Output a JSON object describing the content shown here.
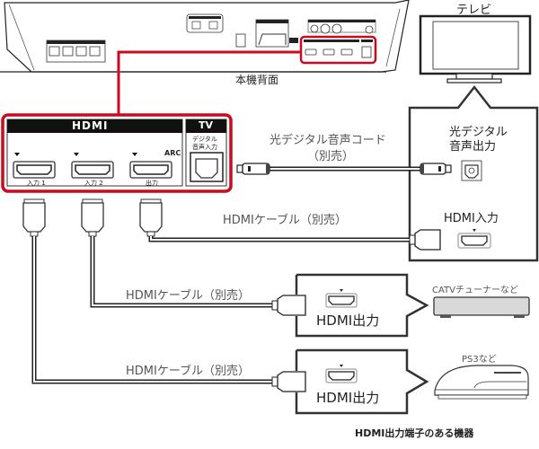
{
  "diagram": {
    "title": "HDMI出力端子のある機器",
    "rear_panel_label": "本機背面",
    "tv_label": "テレビ",
    "colors": {
      "highlight": "#cc0a1e",
      "line": "#222222",
      "device_fill": "#d9d9d9"
    },
    "connector_panel": {
      "hdmi_header": "HDMI",
      "tv_header": "TV",
      "optical_label_line1": "デジタル",
      "optical_label_line2": "音声入力",
      "arc_label": "ARC",
      "ports": [
        {
          "label": "入力 1"
        },
        {
          "label": "入力 2"
        },
        {
          "label": "出力"
        }
      ]
    },
    "tv_box": {
      "optical_out_line1": "光デジタル",
      "optical_out_line2": "音声出力",
      "hdmi_in": "HDMI入力"
    },
    "cables": {
      "optical_line1": "光デジタル音声コード",
      "optical_line2": "（別売）",
      "hdmi_tv": "HDMIケーブル（別売）",
      "hdmi_catv": "HDMIケーブル（別売）",
      "hdmi_ps3": "HDMIケーブル（別売）"
    },
    "sources": [
      {
        "port_label": "HDMI出力",
        "device": "CATVチューナーなど"
      },
      {
        "port_label": "HDMI出力",
        "device": "PS3など"
      }
    ]
  }
}
